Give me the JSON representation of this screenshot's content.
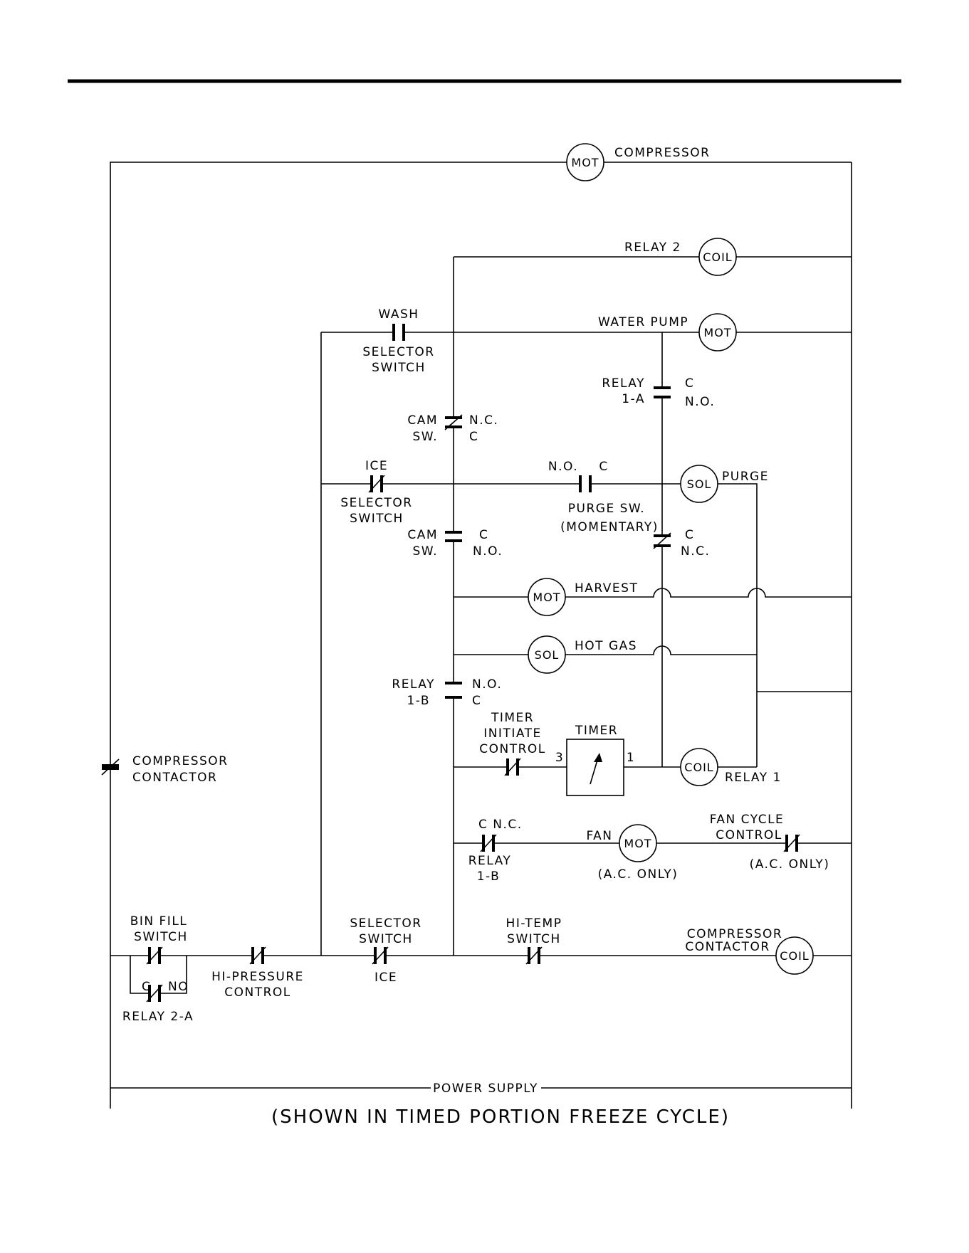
{
  "labels": {
    "compressor_top": "COMPRESSOR",
    "relay2": "RELAY 2",
    "water_pump": "WATER PUMP",
    "wash": "WASH",
    "selector1": "SELECTOR",
    "switch1": "SWITCH",
    "relay1a_1": "RELAY",
    "relay1a_2": "1-A",
    "r1a_c": "C",
    "r1a_no": "N.O.",
    "cam1_1": "CAM",
    "cam1_2": "SW.",
    "cam1_nc": "N.C.",
    "cam1_c": "C",
    "ice": "ICE",
    "selector2": "SELECTOR",
    "switch2": "SWITCH",
    "purge_no": "N.O.",
    "purge_c": "C",
    "purge": "PURGE",
    "purge_sw": "PURGE SW.",
    "momentary": "(MOMENTARY)",
    "cam2_1": "CAM",
    "cam2_2": "SW.",
    "cam2_c": "C",
    "cam2_no": "N.O.",
    "r1_c": "C",
    "r1_nc": "N.C.",
    "harvest": "HARVEST",
    "hot_gas": "HOT GAS",
    "relay1b_1": "RELAY",
    "relay1b_2": "1-B",
    "r1b_no": "N.O.",
    "r1b_c": "C",
    "timer_init1": "TIMER",
    "timer_init2": "INITIATE",
    "timer_init3": "CONTROL",
    "timer": "TIMER",
    "timer_3": "3",
    "timer_1": "1",
    "relay1": "RELAY 1",
    "comp_contactor1": "COMPRESSOR",
    "comp_contactor2": "CONTACTOR",
    "fan_c_nc": "C N.C.",
    "fan_relay1": "RELAY",
    "fan_relay2": "1-B",
    "fan": "FAN",
    "ac_only1": "(A.C. ONLY)",
    "fan_cycle1": "FAN CYCLE",
    "fan_cycle2": "CONTROL",
    "ac_only2": "(A.C. ONLY)",
    "bin_fill1": "BIN FILL",
    "bin_fill2": "SWITCH",
    "r2a_c": "C",
    "r2a_no": "NO",
    "relay2a": "RELAY 2-A",
    "hi_pressure1": "HI-PRESSURE",
    "hi_pressure2": "CONTROL",
    "selector3": "SELECTOR",
    "switch3": "SWITCH",
    "ice2": "ICE",
    "hi_temp1": "HI-TEMP",
    "hi_temp2": "SWITCH",
    "comp_coil1": "COMPRESSOR",
    "comp_coil2": "CONTACTOR",
    "power_supply": "POWER SUPPLY",
    "caption": "(SHOWN IN TIMED PORTION FREEZE CYCLE)"
  },
  "components": {
    "mot": "MOT",
    "coil": "COIL",
    "sol": "SOL"
  }
}
